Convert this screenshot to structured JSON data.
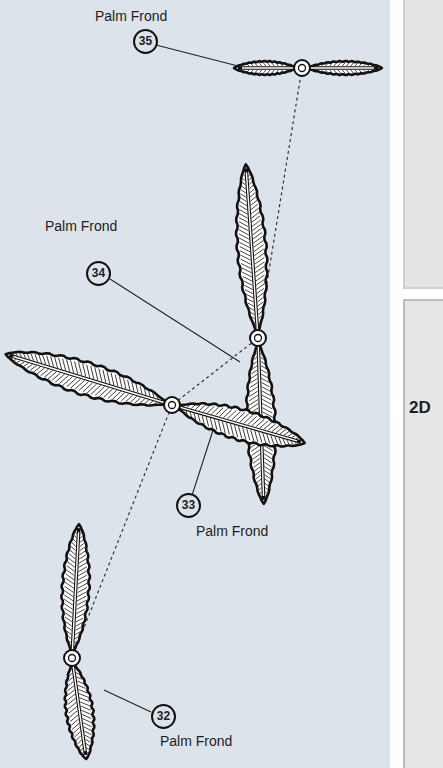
{
  "diagram": {
    "labels": [
      "Palm Frond",
      "35",
      "Palm Frond",
      "34",
      "33",
      "Palm Frond",
      "32",
      "Palm Frond",
      "2D"
    ]
  }
}
